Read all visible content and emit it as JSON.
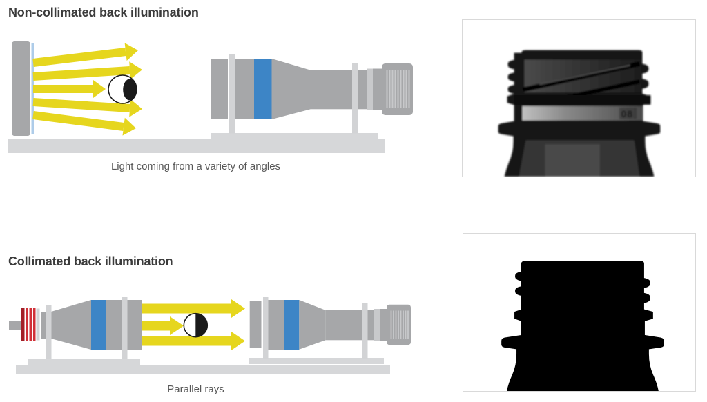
{
  "sections": {
    "non_collimated": {
      "title": "Non-collimated back illumination",
      "caption": "Light coming from a variety of angles"
    },
    "collimated": {
      "title": "Collimated back illumination",
      "caption": "Parallel rays"
    }
  },
  "result_images": {
    "non_collimated": {
      "content": "blurred grayscale photo of a bottle neck with threads",
      "mold_marking": "08"
    },
    "collimated": {
      "content": "sharp black silhouette of a bottle neck"
    }
  },
  "colors": {
    "yellow": "#e6d61e",
    "blue": "#3d85c6",
    "light_blue": "#aecce9",
    "red": "#d03038",
    "dark_red": "#a31f27",
    "gray": "#a6a7a9",
    "light_gray": "#d2d3d5",
    "stripe_gray": "#c8c9cb",
    "base_gray": "#d6d7d9",
    "outline_black": "#1a1a1a",
    "text_dark": "#3b3b3b",
    "text_gray": "#575757",
    "frame_border": "#d9d9d9"
  }
}
